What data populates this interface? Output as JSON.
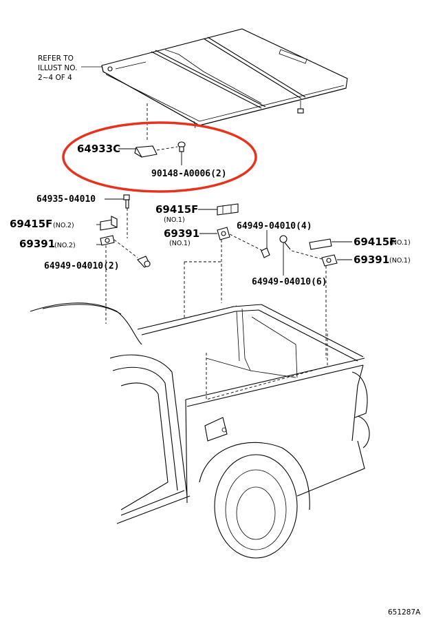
{
  "note": {
    "line1": "REFER TO",
    "line2": "ILLUST NO.",
    "line3": "2~4 OF 4"
  },
  "callouts": {
    "c64933C": "64933C",
    "c90148": "90148-A0006(2)",
    "c64935": "64935-04010",
    "c69415F_left": "69415F",
    "c69415F_left_q": "(NO.2)",
    "c69391_left": "69391",
    "c69391_left_q": "(NO.2)",
    "c64949_left": "64949-04010(2)",
    "c69415F_mid": "69415F",
    "c69415F_mid_q": "(NO.1)",
    "c69391_mid": "69391",
    "c69391_mid_q": "(NO.1)",
    "c64949_mid": "64949-04010(4)",
    "c69415F_right": "69415F",
    "c69415F_right_q": "(NO.1)",
    "c69391_right": "69391",
    "c69391_right_q": "(NO.1)",
    "c64949_right": "64949-04010(6)"
  },
  "highlight_color": "#e8321e",
  "figure_id": "651287A"
}
